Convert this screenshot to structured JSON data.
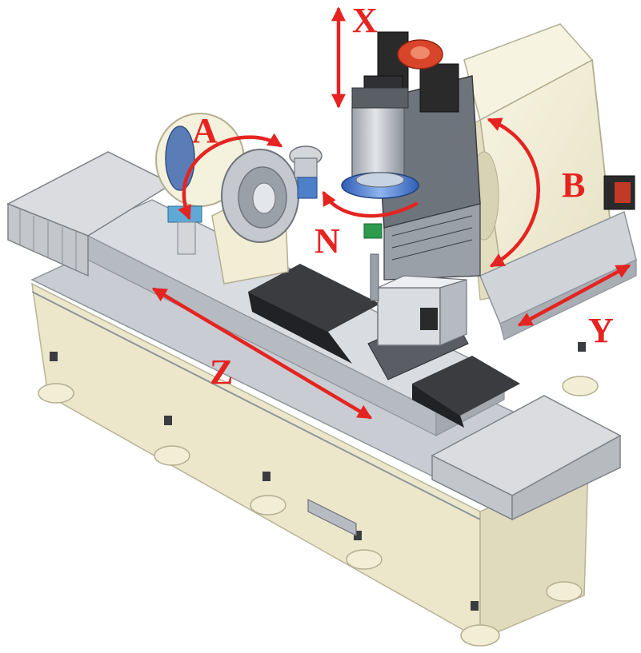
{
  "axes": {
    "x": "X",
    "a": "A",
    "b": "B",
    "n": "N",
    "y": "Y",
    "z": "Z"
  },
  "colors": {
    "arrow": "#e52421",
    "body": "#f3efd6",
    "body_shade": "#ddd8b8",
    "steel": "#c8ccd2",
    "steel_dark": "#8e949c",
    "bellows": "#d4d6da",
    "bellows_dark": "#3a3c40",
    "spindle": "#b9bfc6",
    "dark": "#2a2a2a",
    "wheel": "#4f7fd0",
    "accent_red": "#d8452a",
    "accent_green": "#2e9a4d"
  },
  "icons": [
    "machine-illustration"
  ]
}
